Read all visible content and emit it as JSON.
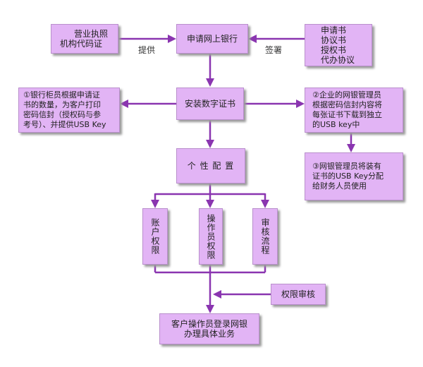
{
  "nodes": {
    "apply_online_bank": "申请网上银行",
    "business_license": [
      "营业执照",
      "机构代码证"
    ],
    "documents": [
      "申请书",
      "协议书",
      "授权书",
      "代办协议"
    ],
    "install_cert": "安装数字证书",
    "bank_teller": [
      "①银行柜员根据申请证",
      "书的数量，为客户打印",
      "密码信封（授权码与参",
      "考号）、并提供USB Key"
    ],
    "enterprise_admin": [
      "②企业的网银管理员",
      "根据密码信封内容将",
      "每张证书下载到独立",
      "的USB key中"
    ],
    "distribute_key": [
      "③网银管理员将装有",
      "证书的USB Key分配",
      "给财务人员使用"
    ],
    "personal_config": "个 性 配 置",
    "account_permission": "账户权限",
    "operator_permission": "操作员权限",
    "review_process": "审核流程",
    "permission_review": "权限审核",
    "customer_login": [
      "客户操作员登录网银",
      "办理具体业务"
    ]
  },
  "edge_labels": {
    "provide": "提供",
    "sign": "签署"
  }
}
